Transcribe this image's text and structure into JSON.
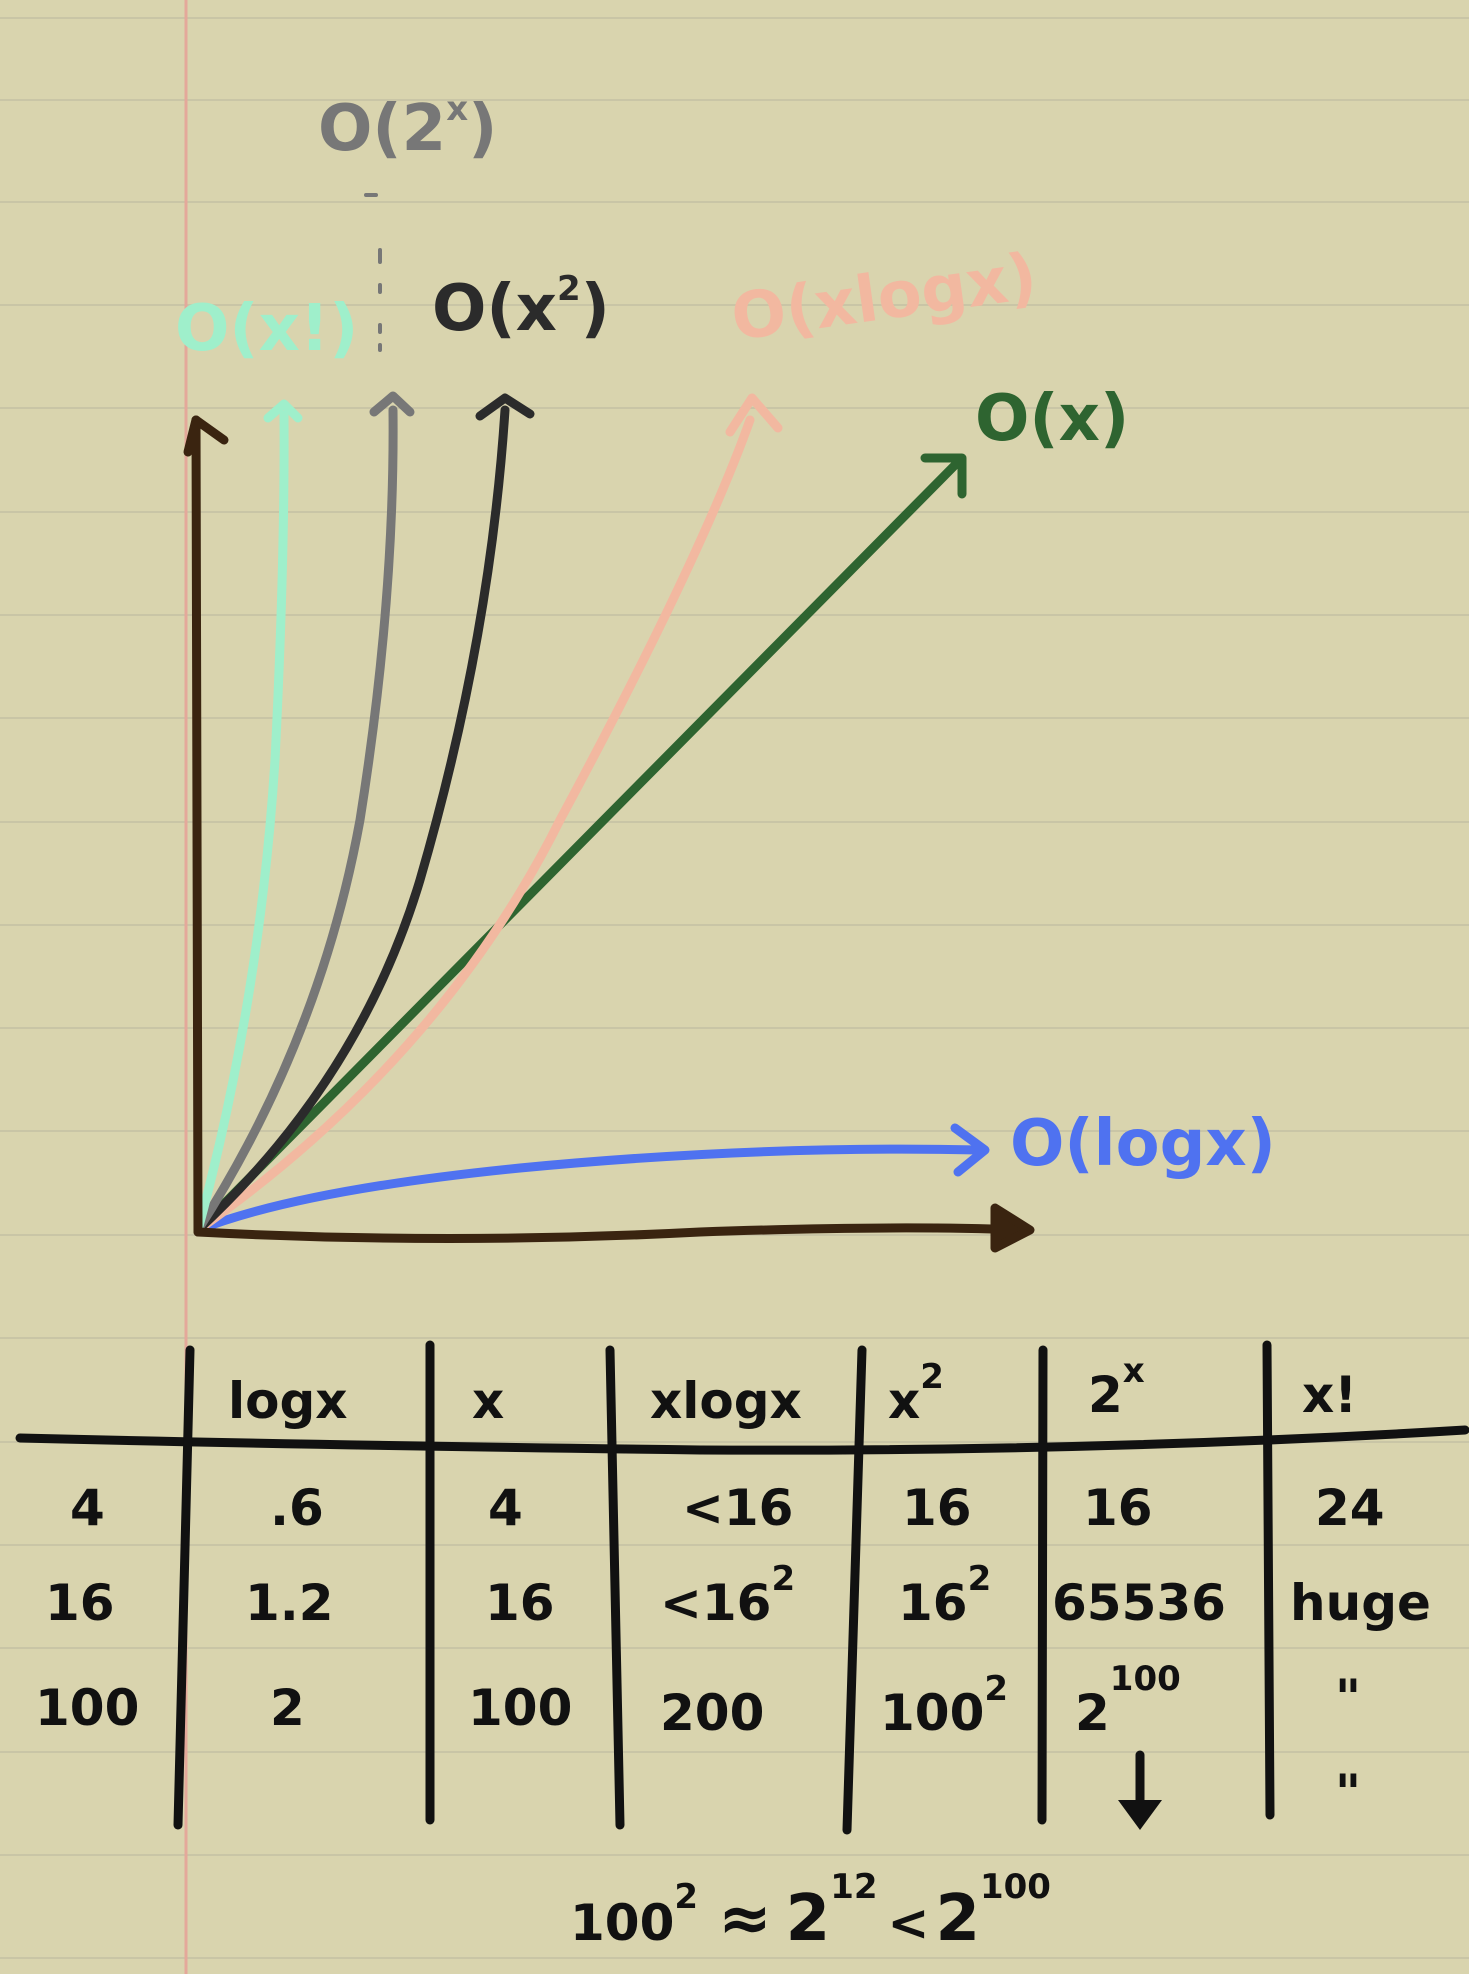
{
  "curve_labels": {
    "factorial": "O(x!)",
    "exponential": "O(2",
    "exponential_sup": "x",
    "exponential_close": ")",
    "quadratic": "O(x",
    "quadratic_sup": "2",
    "quadratic_close": ")",
    "nlogn": "O(xlogx)",
    "linear": "O(x)",
    "logarithmic": "O(logx)"
  },
  "colors": {
    "paper": "#d9d4ae",
    "rule_line": "#c9c5a6",
    "margin_line": "#e4a89a",
    "axes": "#3a2410",
    "factorial": "#9fefcb",
    "exponential": "#777777",
    "quadratic": "#2b2b2b",
    "nlogn": "#f2b8a0",
    "linear": "#2e6430",
    "logarithmic": "#4f72f0",
    "ink": "#111111"
  },
  "table": {
    "headers": [
      "logx",
      "x",
      "xlogx",
      "x",
      "2",
      "x!"
    ],
    "header_sups": [
      "",
      "",
      "",
      "2",
      "x",
      ""
    ],
    "rows": [
      {
        "n": "4",
        "cells": [
          ".6",
          "4",
          "<16",
          "16",
          "16",
          "24"
        ],
        "sups": [
          "",
          "",
          "",
          "",
          "",
          ""
        ]
      },
      {
        "n": "16",
        "cells": [
          "1.2",
          "16",
          "<16",
          "16",
          "65536",
          "huge"
        ],
        "sups": [
          "",
          "",
          "2",
          "2",
          "",
          ""
        ]
      },
      {
        "n": "100",
        "cells": [
          "2",
          "100",
          "200",
          "100",
          "2",
          "\""
        ],
        "sups": [
          "",
          "",
          "",
          "2",
          "100",
          ""
        ]
      },
      {
        "n": "",
        "cells": [
          "",
          "",
          "",
          "",
          "",
          "\""
        ],
        "sups": [
          "",
          "",
          "",
          "",
          "",
          ""
        ]
      }
    ]
  },
  "footer": {
    "a": "100",
    "a_sup": "2",
    "approx": "≈",
    "b": "2",
    "b_sup": "12",
    "lt": "<",
    "c": "2",
    "c_sup": "100"
  }
}
